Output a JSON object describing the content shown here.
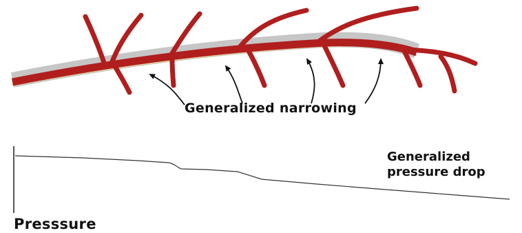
{
  "diagram": {
    "narrowing_label": "Generalized narrowing",
    "pressure_drop_label_line1": "Generalized",
    "pressure_drop_label_line2": "pressure drop",
    "axis_label": "Presssure",
    "colors": {
      "vessel": "#b01e1e",
      "vessel_wall": "#c9c9c9",
      "wall_highlight": "#e6cf8a",
      "arrow": "#111111",
      "line": "#333333"
    }
  }
}
